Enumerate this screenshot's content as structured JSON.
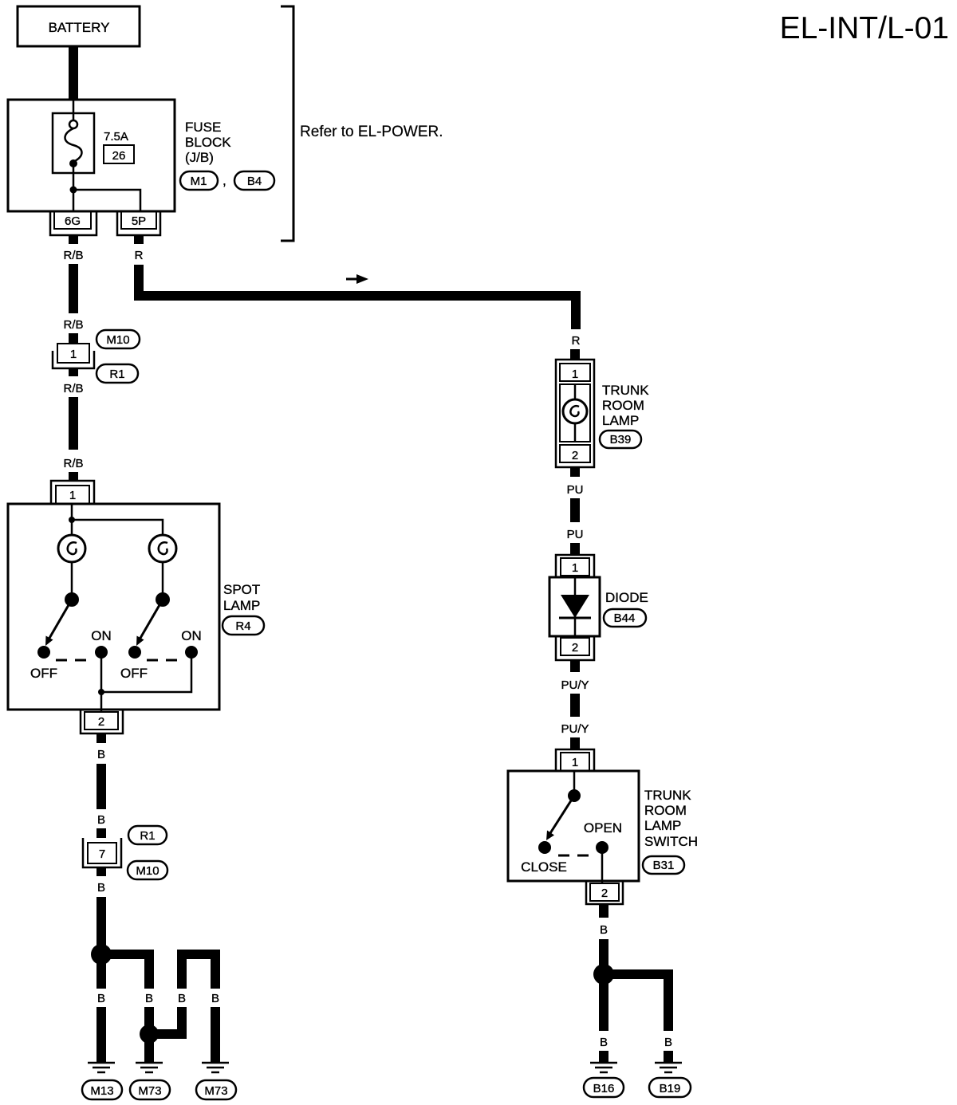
{
  "diagram_code": "EL-INT/L-01",
  "battery": {
    "label": "BATTERY"
  },
  "fuse_block": {
    "title": [
      "FUSE",
      "BLOCK",
      "(J/B)"
    ],
    "fuse_rating": "7.5A",
    "fuse_number": "26",
    "connectors": [
      "M1",
      "B4"
    ],
    "connector_separator": ",",
    "terminals": [
      "6G",
      "5P"
    ]
  },
  "power_reference": "Refer to EL-POWER.",
  "spot_lamp_feed": {
    "wire_color_labels": [
      "R/B",
      "R/B",
      "R/B",
      "R/B"
    ],
    "joint_pin": "1",
    "joint_connectors": [
      "M10",
      "R1"
    ]
  },
  "spot_lamp": {
    "title": [
      "SPOT",
      "LAMP"
    ],
    "connector": "R4",
    "pins": [
      "1",
      "2"
    ],
    "switch_left": {
      "on": "ON",
      "off": "OFF"
    },
    "switch_right": {
      "on": "ON",
      "off": "OFF"
    }
  },
  "spot_lamp_ground": {
    "wire_color_labels": [
      "B",
      "B",
      "B",
      "B",
      "B",
      "B",
      "B"
    ],
    "joint_pin": "7",
    "joint_connectors": [
      "R1",
      "M10"
    ],
    "ground_points": [
      "M13",
      "M73",
      "M73"
    ]
  },
  "trunk_feed": {
    "wire_color_labels": [
      "R",
      "R"
    ]
  },
  "trunk_room_lamp": {
    "title": [
      "TRUNK",
      "ROOM",
      "LAMP"
    ],
    "connector": "B39",
    "pins": [
      "1",
      "2"
    ]
  },
  "lamp_to_diode": {
    "wire_color_labels": [
      "PU",
      "PU"
    ]
  },
  "diode": {
    "title": "DIODE",
    "connector": "B44",
    "pins": [
      "1",
      "2"
    ]
  },
  "diode_to_switch": {
    "wire_color_labels": [
      "PU/Y",
      "PU/Y"
    ]
  },
  "trunk_room_lamp_switch": {
    "title": [
      "TRUNK",
      "ROOM",
      "LAMP",
      "SWITCH"
    ],
    "connector": "B31",
    "pins": [
      "1",
      "2"
    ],
    "positions": {
      "open": "OPEN",
      "close": "CLOSE"
    }
  },
  "trunk_ground": {
    "wire_color_labels": [
      "B",
      "B",
      "B"
    ],
    "ground_points": [
      "B16",
      "B19"
    ]
  }
}
